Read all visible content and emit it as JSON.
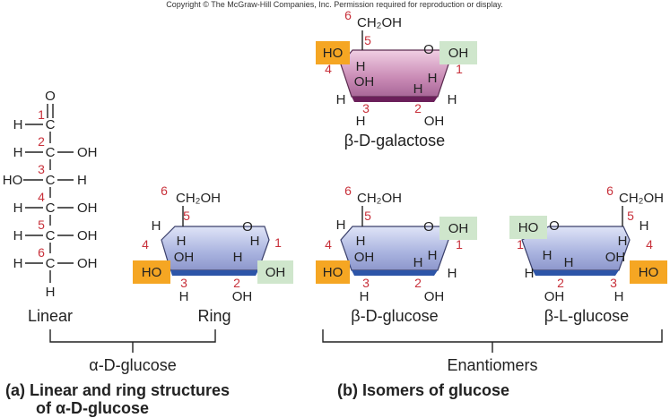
{
  "copyright": "Copyright © The McGraw-Hill Companies, Inc. Permission required for reproduction or display.",
  "colors": {
    "carbon_number": "#c8303a",
    "highlight_orange": "#f5a623",
    "highlight_green": "#cfe6cc",
    "ring_blue": "#aab4e0",
    "ring_pink": "#c98ab5"
  },
  "linear": {
    "top_o": "O",
    "rows": [
      {
        "n": "1",
        "left": "H",
        "right": ""
      },
      {
        "n": "2",
        "left": "H",
        "right": "OH"
      },
      {
        "n": "3",
        "left": "HO",
        "right": "H"
      },
      {
        "n": "4",
        "left": "H",
        "right": "OH"
      },
      {
        "n": "5",
        "left": "H",
        "right": "OH"
      },
      {
        "n": "6",
        "left": "H",
        "right": "OH"
      }
    ],
    "c": "C",
    "bottom_h": "H",
    "name": "Linear"
  },
  "alpha_ring": {
    "name": "Ring",
    "ch2oh": "CH₂OH",
    "o": "O",
    "h": "H",
    "oh": "OH",
    "ho": "HO",
    "nums": [
      "1",
      "2",
      "3",
      "4",
      "5",
      "6"
    ]
  },
  "galactose": {
    "name": "β-D-galactose"
  },
  "beta_d": {
    "name": "β-D-glucose"
  },
  "beta_l": {
    "name": "β-L-glucose"
  },
  "group_a": {
    "label": "α-D-glucose"
  },
  "group_b": {
    "label": "Enantiomers"
  },
  "caption_a": {
    "line1": "(a) Linear and ring structures",
    "line2": "of α-D-glucose"
  },
  "caption_b": {
    "text": "(b) Isomers of glucose"
  }
}
